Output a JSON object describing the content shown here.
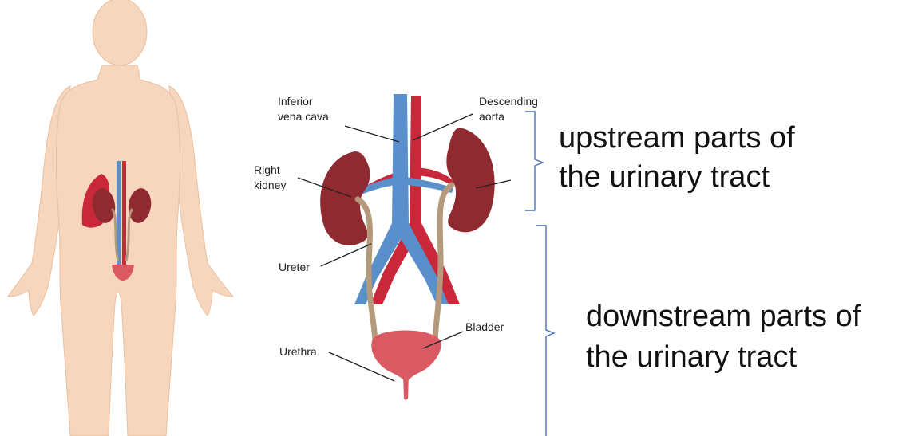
{
  "labels": {
    "inferior_vena_cava_line1": "Inferior",
    "inferior_vena_cava_line2": "vena cava",
    "descending_aorta_line1": "Descending",
    "descending_aorta_line2": "aorta",
    "right_kidney_line1": "Right",
    "right_kidney_line2": "kidney",
    "ureter": "Ureter",
    "urethra": "Urethra",
    "bladder": "Bladder"
  },
  "annotations": {
    "upstream_line1": "upstream parts of",
    "upstream_line2": "the urinary tract",
    "downstream_line1": "downstream parts of",
    "downstream_line2": "the urinary tract"
  },
  "colors": {
    "skin": "#f6d6bc",
    "skin_outline": "#e9bfa0",
    "kidney": "#8e2a30",
    "vein": "#5b8fcb",
    "artery": "#c8283a",
    "ureter": "#b49a7a",
    "bladder": "#d95a62",
    "bracket": "#4a6fb0"
  }
}
